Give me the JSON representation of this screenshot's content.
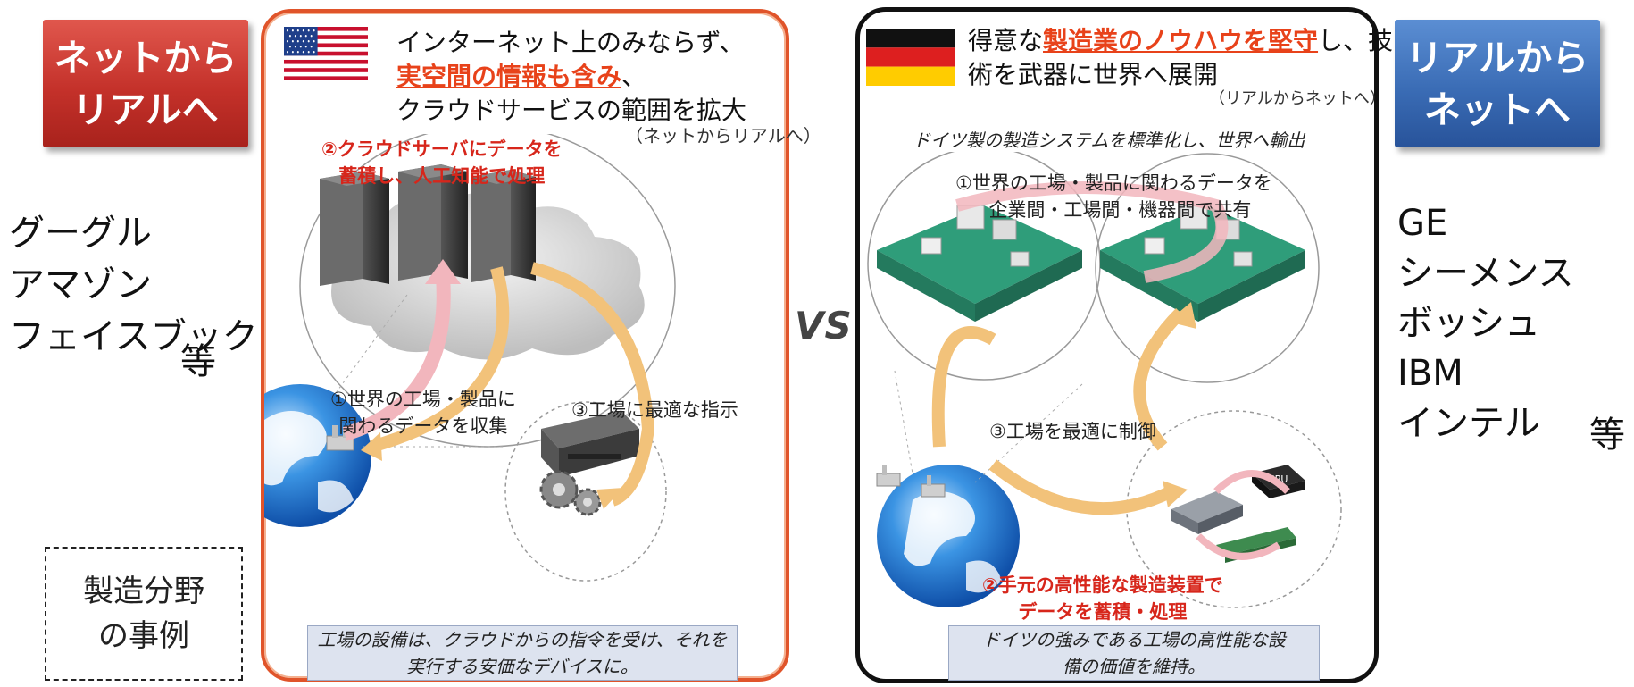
{
  "left_badge": {
    "line1": "ネットから",
    "line2": "リアルへ"
  },
  "right_badge": {
    "line1": "リアルから",
    "line2": "ネットへ"
  },
  "left_companies": [
    "グーグル",
    "アマゾン",
    "フェイスブック"
  ],
  "left_etc": "等",
  "right_companies": [
    "GE",
    "シーメンス",
    "ボッシュ",
    "IBM",
    "インテル"
  ],
  "right_etc": "等",
  "example_box": {
    "line1": "製造分野",
    "line2": "の事例"
  },
  "vs_label": "VS",
  "us_panel": {
    "headline1": "インターネット上のみならず、",
    "headline2_highlight": "実空間の情報も含み",
    "headline2_rest": "、",
    "headline3": "クラウドサービスの範囲を拡大",
    "paren": "（ネットからリアルへ）",
    "step2_line1": "②クラウドサーバにデータを",
    "step2_line2": "蓄積し、人工知能で処理",
    "step1_line1": "①世界の工場・製品に",
    "step1_line2": "関わるデータを収集",
    "step3": "③工場に最適な指示",
    "bottom_line1": "工場の設備は、クラウドからの指令を受け、それを",
    "bottom_line2": "実行する安価なデバイスに。"
  },
  "de_panel": {
    "headline1_pre": "得意な",
    "headline1_highlight": "製造業のノウハウを堅守",
    "headline1_post": "し、技",
    "headline2": "術を武器に世界へ展開",
    "paren": "（リアルからネットへ）",
    "subtitle": "ドイツ製の製造システムを標準化し、世界へ輸出",
    "step1_line1": "①世界の工場・製品に関わるデータを",
    "step1_line2": "企業間・工場間・機器間で共有",
    "step3": "③工場を最適に制御",
    "step2_line1": "②手元の高性能な製造装置で",
    "step2_line2": "データを蓄積・処理",
    "cpu_label": "CPU",
    "bottom_line1": "ドイツの強みである工場の高性能な設",
    "bottom_line2": "備の価値を維持。"
  },
  "colors": {
    "red_badge": "#c4312a",
    "blue_badge": "#3a6cb5",
    "us_border": "#e0542a",
    "de_border": "#111111",
    "highlight": "#e8421a",
    "caption_red": "#d7261b",
    "bottom_box": "#dde3ef"
  }
}
